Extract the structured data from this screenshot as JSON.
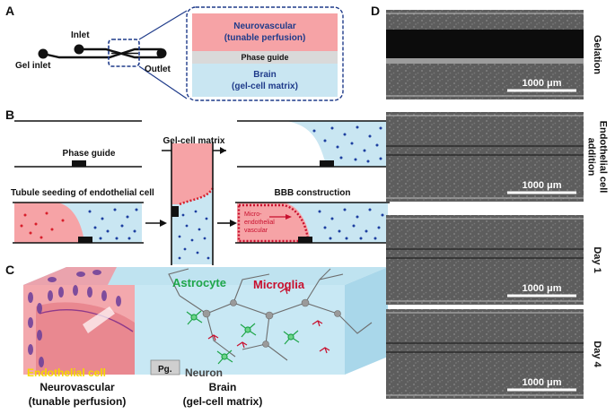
{
  "panels": {
    "a": {
      "label": "A",
      "inlet": "Inlet",
      "gel_inlet": "Gel inlet",
      "outlet": "Outlet",
      "inset_top_line1": "Neurovascular",
      "inset_top_line2": "(tunable perfusion)",
      "inset_mid": "Phase guide",
      "inset_bot_line1": "Brain",
      "inset_bot_line2": "(gel-cell matrix)"
    },
    "b": {
      "label": "B",
      "phase_guide": "Phase guide",
      "gel_cell_matrix": "Gel-cell matrix",
      "tubule_seeding": "Tubule seeding of endothelial cell",
      "bbb_construction": "BBB construction",
      "micro_line1": "Micro-",
      "micro_line2": "endothelial",
      "micro_line3": "vascular"
    },
    "c": {
      "label": "C",
      "astrocyte": "Astrocyte",
      "microglia": "Microglia",
      "endothelial_cell": "Endothelial cell",
      "pg": "Pg.",
      "neuron": "Neuron",
      "neurovascular": "Neurovascular",
      "tunable_perfusion": "(tunable perfusion)",
      "brain": "Brain",
      "gel_cell_matrix": "(gel-cell matrix)"
    },
    "d": {
      "label": "D",
      "scale_bar": "1000 μm",
      "rows": [
        {
          "label_lines": [
            "Gelation"
          ]
        },
        {
          "label_lines": [
            "Endothelial cell",
            "addition"
          ]
        },
        {
          "label_lines": [
            "Day 1"
          ]
        },
        {
          "label_lines": [
            "Day 4"
          ]
        }
      ]
    }
  },
  "colors": {
    "vascular_pink": "#f6a3a6",
    "gel_blue": "#c9e6f2",
    "dot_blue": "#1d3fa0",
    "dot_red": "#d81e2b",
    "astrocyte_green": "#1fa64a",
    "microglia_red": "#c8102e",
    "endothelial_yellow": "#f5d800",
    "inset_border": "#1f3b8a"
  }
}
